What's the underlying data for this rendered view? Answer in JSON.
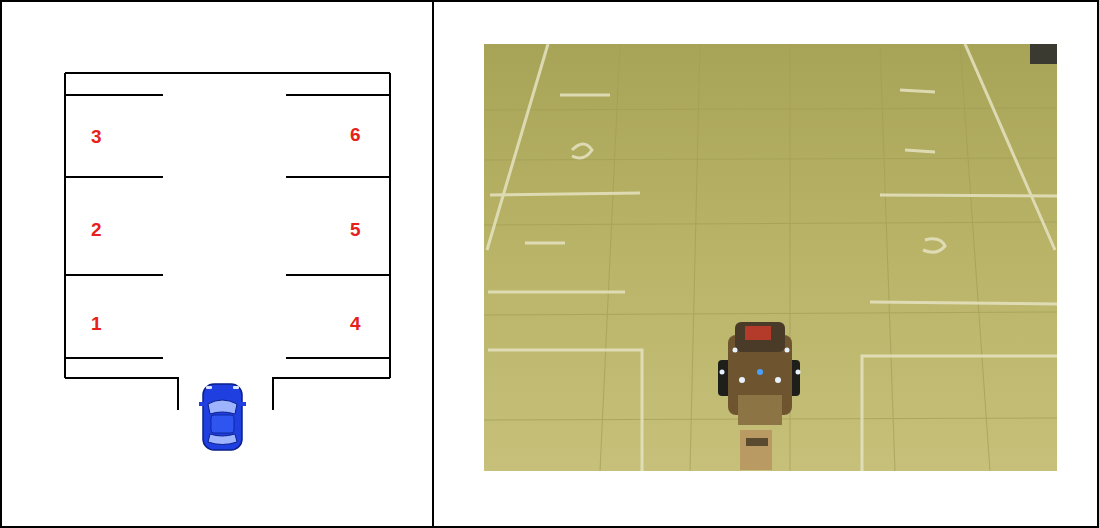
{
  "diagram": {
    "labels": [
      "3",
      "6",
      "2",
      "5",
      "1",
      "4"
    ]
  }
}
